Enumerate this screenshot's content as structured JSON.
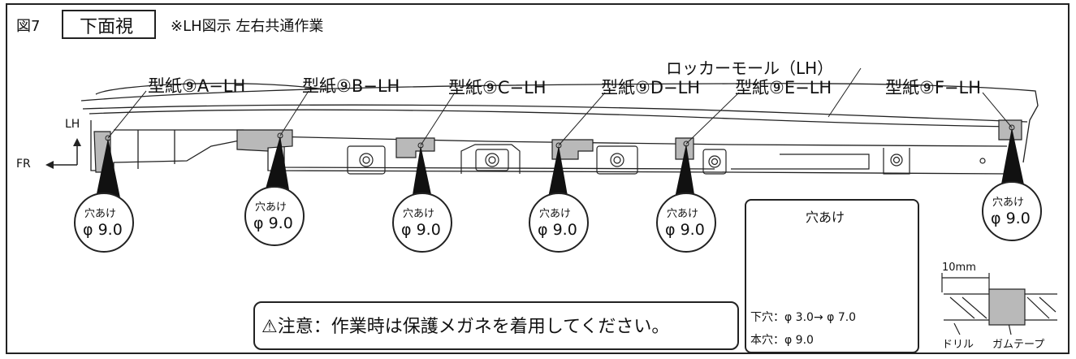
{
  "figure": {
    "number": "図7",
    "view": "下面視",
    "note": "※LH図示 左右共通作業"
  },
  "part_label": "ロッカーモール（LH）",
  "direction": {
    "up": "LH",
    "left": "FR"
  },
  "templates": [
    {
      "label": "型紙⑨A−LH",
      "callout_line1": "穴あけ",
      "callout_line2": "φ 9.0"
    },
    {
      "label": "型紙⑨B−LH",
      "callout_line1": "穴あけ",
      "callout_line2": "φ 9.0"
    },
    {
      "label": "型紙⑨C−LH",
      "callout_line1": "穴あけ",
      "callout_line2": "φ 9.0"
    },
    {
      "label": "型紙⑨D−LH",
      "callout_line1": "穴あけ",
      "callout_line2": "φ 9.0"
    },
    {
      "label": "型紙⑨E−LH",
      "callout_line1": "穴あけ",
      "callout_line2": "φ 9.0"
    },
    {
      "label": "型紙⑨F−LH",
      "callout_line1": "穴あけ",
      "callout_line2": "φ 9.0"
    }
  ],
  "drill_info": {
    "title": "穴あけ",
    "pilot_hole": "下穴：φ 3.0→ φ 7.0",
    "main_hole": "本穴：φ 9.0"
  },
  "caution": "⚠注意：作業時は保護メガネを着用してください。",
  "tape_detail": {
    "dimension": "10mm",
    "drill_label": "ドリル",
    "tape_label": "ガムテープ"
  },
  "colors": {
    "template_fill": "#b9b9b9",
    "line": "#222222",
    "callout_fill": "#111111"
  }
}
